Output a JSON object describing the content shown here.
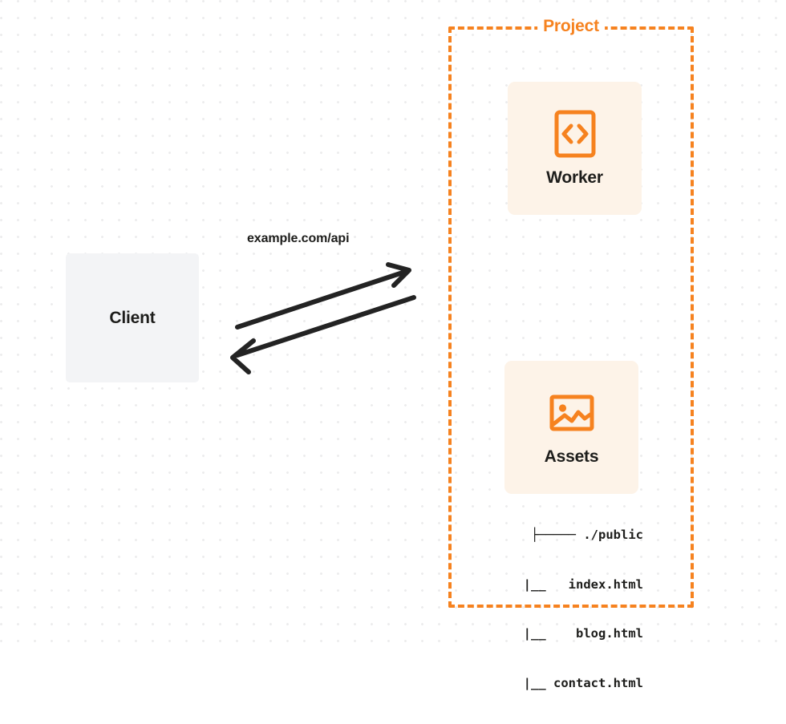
{
  "diagram": {
    "title": "Project",
    "background": {
      "dot_color": "#ececed",
      "page_color": "#ffffff"
    },
    "colors": {
      "accent": "#f6821f",
      "card_background": "#fdf3e8",
      "client_background": "#f3f4f6",
      "text": "#1d1d1b",
      "arrow": "#232323"
    },
    "client": {
      "label": "Client"
    },
    "project": {
      "label": "Project",
      "services": [
        {
          "id": "worker",
          "label": "Worker",
          "icon": "code-brackets-icon"
        },
        {
          "id": "assets",
          "label": "Assets",
          "icon": "image-icon"
        }
      ]
    },
    "connection": {
      "label": "example.com/api",
      "direction": "bidirectional",
      "request_arrow": "client-to-worker",
      "response_arrow": "worker-to-client"
    },
    "file_tree": {
      "lines": [
        "├───── ./public",
        "    |__   index.html",
        "    |__    blog.html",
        "    |__ contact.html"
      ],
      "root": "./public",
      "files": [
        "index.html",
        "blog.html",
        "contact.html"
      ]
    }
  }
}
